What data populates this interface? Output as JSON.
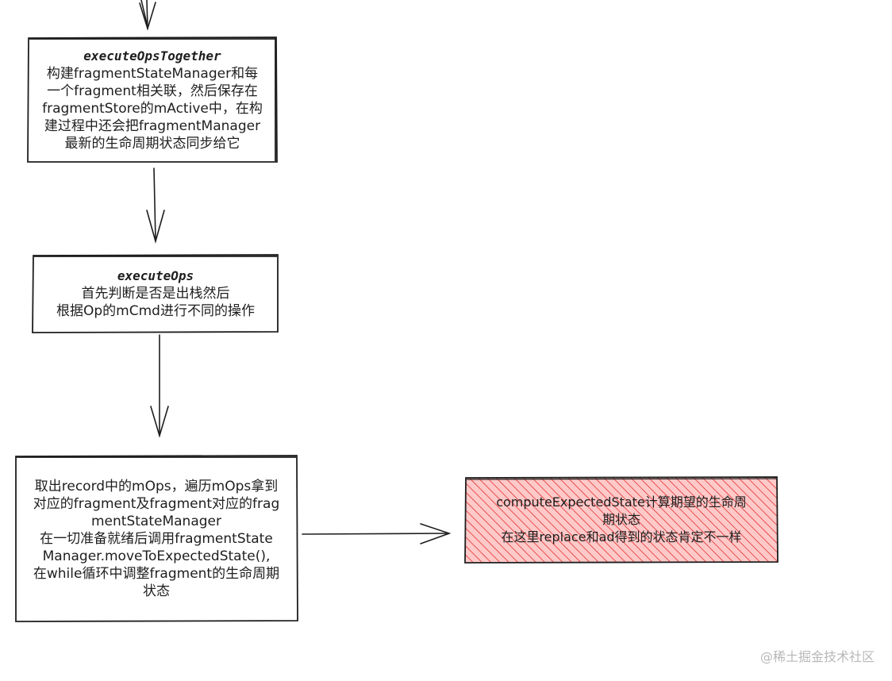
{
  "nodes": {
    "execute_ops_together": {
      "title": "executeOpsTogether",
      "lines": [
        "构建fragmentStateManager和每",
        "一个fragment相关联，然后保存在",
        "fragmentStore的mActive中，在构",
        "建过程中还会把fragmentManager",
        "最新的生命周期状态同步给它"
      ]
    },
    "execute_ops": {
      "title": "executeOps",
      "lines": [
        "首先判断是否是出栈然后",
        "根据Op的mCmd进行不同的操作"
      ]
    },
    "record_ops": {
      "lines": [
        "取出record中的mOps，遍历mOps拿到",
        "对应的fragment及fragment对应的frag",
        "mentStateManager",
        "在一切准备就绪后调用fragmentState",
        "Manager.moveToExpectedState(),",
        "在while循环中调整fragment的生命周期",
        "状态"
      ]
    },
    "compute_expected_state": {
      "lines": [
        "computeExpectedState计算期望的生命周",
        "期状态",
        "在这里replace和ad得到的状态肯定不一样"
      ],
      "fill_color": "#ffc9c9",
      "hatch_color": "#e03131"
    }
  },
  "edges": [
    {
      "from": "(top)",
      "to": "execute_ops_together"
    },
    {
      "from": "execute_ops_together",
      "to": "execute_ops"
    },
    {
      "from": "execute_ops",
      "to": "record_ops"
    },
    {
      "from": "record_ops",
      "to": "compute_expected_state"
    }
  ],
  "watermark": "@稀土掘金技术社区",
  "colors": {
    "stroke": "#1e1e1e",
    "background": "#ffffff",
    "watermark": "#b8b8b8"
  }
}
